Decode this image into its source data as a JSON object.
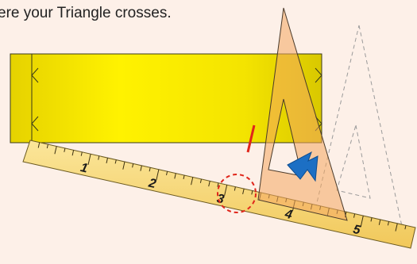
{
  "caption": "ere your Triangle crosses.",
  "ruler": {
    "numbers": [
      "1",
      "2",
      "3",
      "4",
      "5"
    ]
  },
  "colors": {
    "background": "#fdf0e8",
    "board": "#f2e300",
    "board_highlight": "#fff200",
    "triangle_fill": "#f7c08a",
    "ruler_fill": "#f7d774",
    "marker_red": "#e0261b",
    "arrow_blue": "#1c6fc4"
  }
}
